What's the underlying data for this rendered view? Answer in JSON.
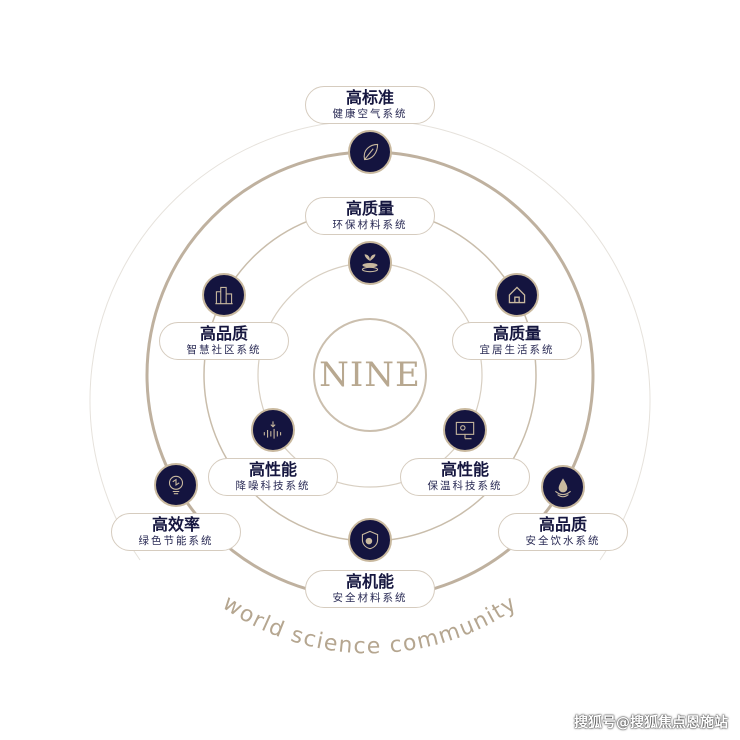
{
  "center_logo": "NINE",
  "tagline": "world science community",
  "watermark": "搜狐号@搜狐焦点恩施站",
  "colors": {
    "navy": "#14143f",
    "gold": "#b8a890",
    "ring": "#bfb19f"
  },
  "nodes": [
    {
      "title": "高标准",
      "subtitle": "健康空气系统",
      "icon": "leaf-icon"
    },
    {
      "title": "高质量",
      "subtitle": "环保材料系统",
      "icon": "sprout-layers-icon"
    },
    {
      "title": "高品质",
      "subtitle": "智慧社区系统",
      "icon": "buildings-icon"
    },
    {
      "title": "高质量",
      "subtitle": "宜居生活系统",
      "icon": "house-icon"
    },
    {
      "title": "高性能",
      "subtitle": "降噪科技系统",
      "icon": "sound-wave-icon"
    },
    {
      "title": "高性能",
      "subtitle": "保温科技系统",
      "icon": "thermal-panel-icon"
    },
    {
      "title": "高效率",
      "subtitle": "绿色节能系统",
      "icon": "lightning-bulb-icon"
    },
    {
      "title": "高品质",
      "subtitle": "安全饮水系统",
      "icon": "water-drop-icon"
    },
    {
      "title": "高机能",
      "subtitle": "安全材料系统",
      "icon": "shield-icon"
    }
  ]
}
